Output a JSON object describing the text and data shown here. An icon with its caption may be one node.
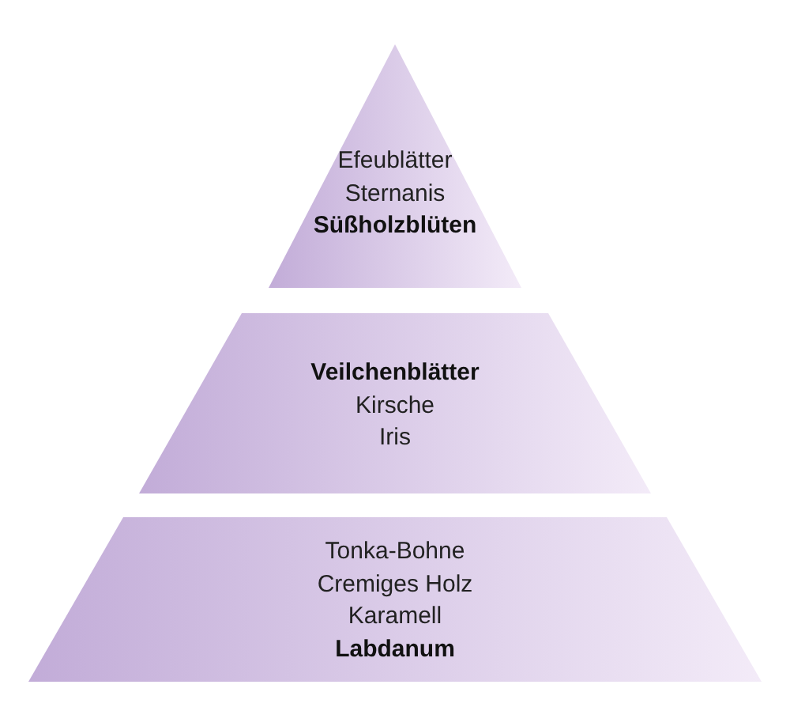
{
  "diagram": {
    "nodes": [
      {
        "text": [
          "Efeublätter",
          "Sternanis",
          "**Süßholzblüten**"
        ]
      },
      {
        "text": [
          "**Veilchenblätter**",
          "Kirsche",
          "Iris"
        ]
      },
      {
        "text": [
          "Tonka-Bohne",
          "Cremiges Holz",
          "Karamell",
          "**Labdanum**"
        ]
      }
    ],
    "edges": []
  }
}
